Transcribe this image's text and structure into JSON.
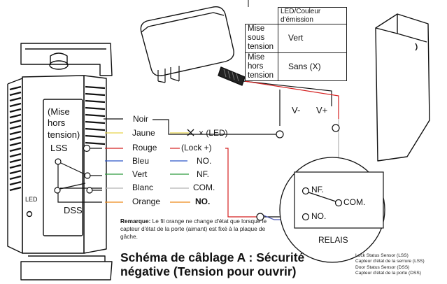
{
  "table": {
    "header": "LED/Couleur d'émission",
    "rows": [
      {
        "label": "Mise sous tension",
        "value": "Vert"
      },
      {
        "label": "Mise hors tension",
        "value": "Sans (X)"
      }
    ]
  },
  "device": {
    "state_label": "(Mise hors tension)",
    "lss_label": "LSS",
    "dss_label": "DSS",
    "led_label": "LED"
  },
  "wires": [
    {
      "name": "Noir",
      "color": "#111111",
      "end": ""
    },
    {
      "name": "Jaune",
      "color": "#e8d44a",
      "end": "× (LED)"
    },
    {
      "name": "Rouge",
      "color": "#d42020",
      "end": "(Lock +)"
    },
    {
      "name": "Bleu",
      "color": "#2b55c8",
      "end": "NO."
    },
    {
      "name": "Vert",
      "color": "#2e9b3e",
      "end": "NF."
    },
    {
      "name": "Blanc",
      "color": "#b5b5b5",
      "end": "COM."
    },
    {
      "name": "Orange",
      "color": "#ee8a1a",
      "end": "NO."
    }
  ],
  "power": {
    "minus": "V-",
    "plus": "V+"
  },
  "relay": {
    "nf": "NF.",
    "com": "COM.",
    "no": "NO.",
    "label": "RELAIS"
  },
  "note": {
    "prefix": "Remarque:",
    "text": "Le fil orange ne change d'état que lorsque le capteur d'état de la porte (aimant) est fixé à la plaque de gâche."
  },
  "title": {
    "line1": "Schéma de câblage A : Sécurité",
    "line2": "négative (Tension pour ouvrir)"
  },
  "legend": [
    "Lock Status Sensor (LSS)",
    "Capteur d'état de la serrure (LSS)",
    "Door Status Sensor (DSS)",
    "Capteur d'état de la porte (DSS)"
  ]
}
